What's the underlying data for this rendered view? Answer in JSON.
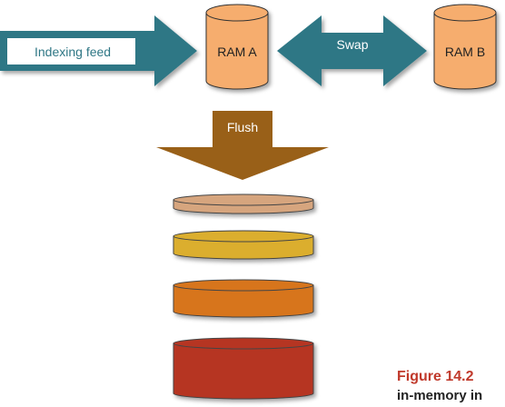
{
  "diagram": {
    "indexing_label": "Indexing feed",
    "ram_a_label": "RAM A",
    "swap_label": "Swap",
    "ram_b_label": "RAM B",
    "flush_label": "Flush"
  },
  "caption": {
    "figure": "Figure 14.2",
    "text": "in-memory in"
  },
  "colors": {
    "arrow_teal": "#2f7785",
    "ram_orange": "#f6ad6e",
    "flush_brown": "#996018",
    "segment_1": "#d6a57e",
    "segment_2": "#dbae2e",
    "segment_3": "#d7741d",
    "segment_4": "#b63620",
    "caption_red": "#c0392b"
  }
}
